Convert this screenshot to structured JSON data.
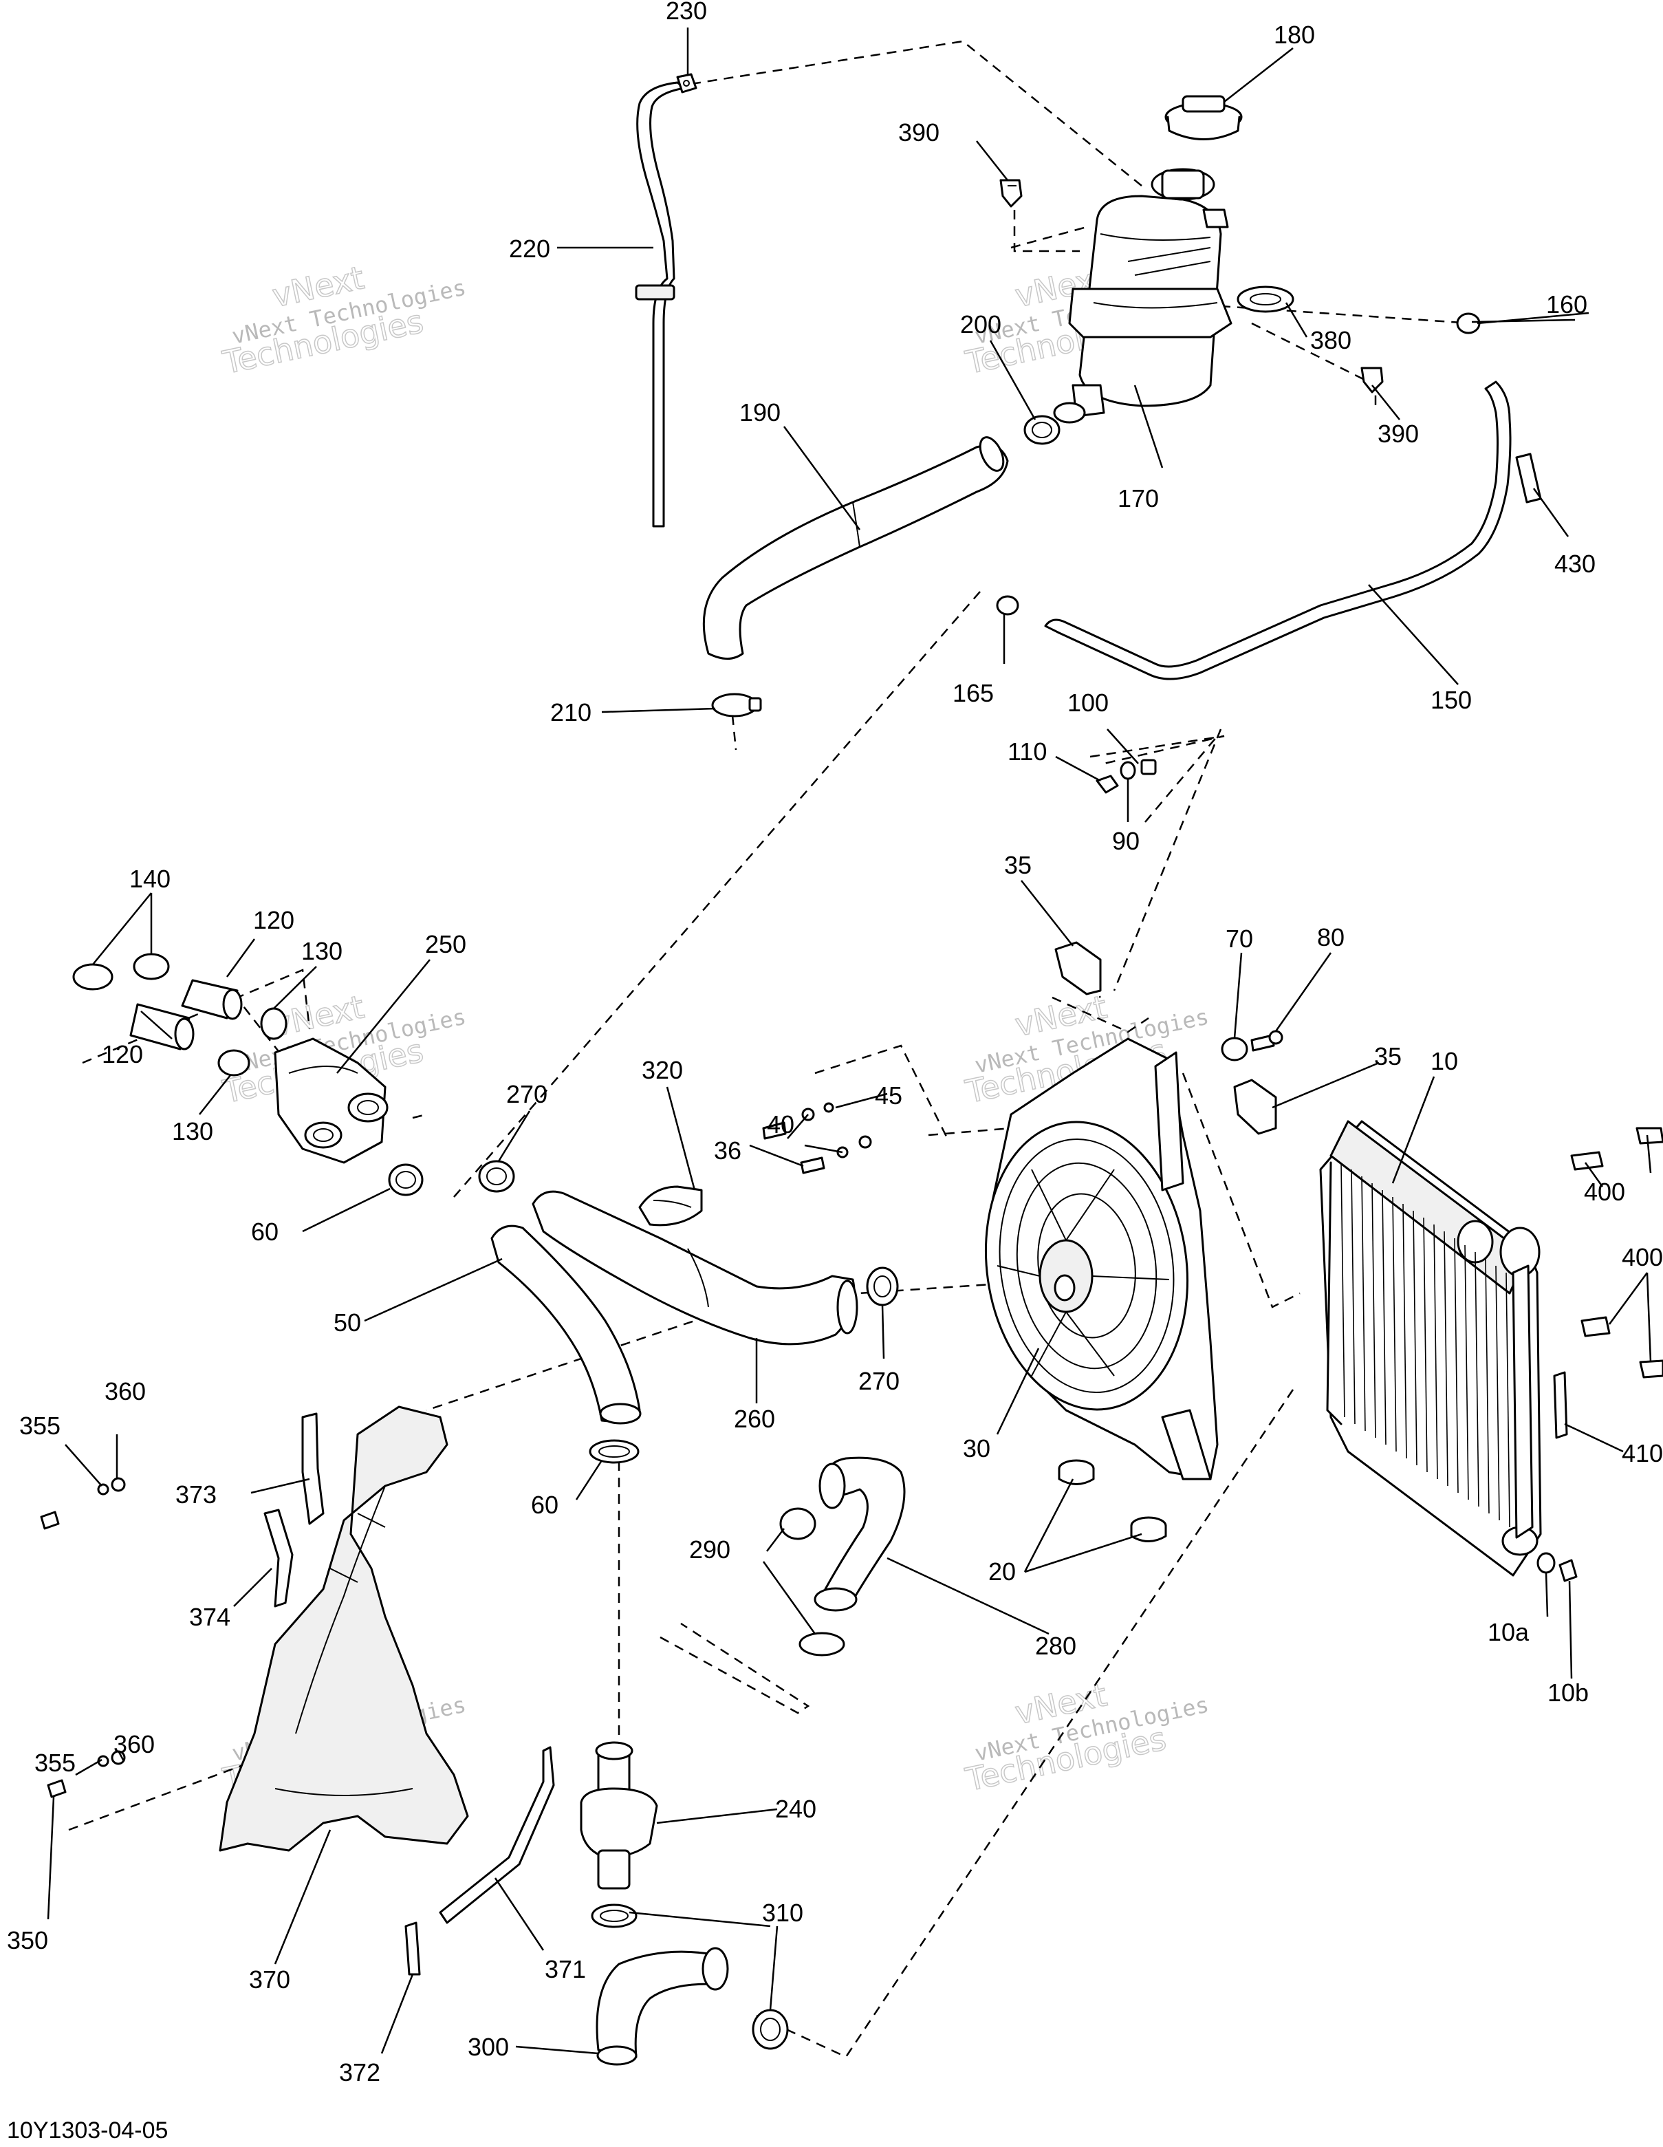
{
  "drawing_number": "10Y1303-04-05",
  "watermark": {
    "line1": "vNext Technologies",
    "line2": "Technologies",
    "line3": "vNext"
  },
  "callouts": [
    {
      "id": "230",
      "label": "230"
    },
    {
      "id": "180",
      "label": "180"
    },
    {
      "id": "390a",
      "label": "390"
    },
    {
      "id": "220",
      "label": "220"
    },
    {
      "id": "200",
      "label": "200"
    },
    {
      "id": "380",
      "label": "380"
    },
    {
      "id": "160",
      "label": "160"
    },
    {
      "id": "190",
      "label": "190"
    },
    {
      "id": "390b",
      "label": "390"
    },
    {
      "id": "170",
      "label": "170"
    },
    {
      "id": "430",
      "label": "430"
    },
    {
      "id": "165",
      "label": "165"
    },
    {
      "id": "150",
      "label": "150"
    },
    {
      "id": "210",
      "label": "210"
    },
    {
      "id": "100",
      "label": "100"
    },
    {
      "id": "110",
      "label": "110"
    },
    {
      "id": "90",
      "label": "90"
    },
    {
      "id": "140",
      "label": "140"
    },
    {
      "id": "120a",
      "label": "120"
    },
    {
      "id": "130a",
      "label": "130"
    },
    {
      "id": "250",
      "label": "250"
    },
    {
      "id": "35a",
      "label": "35"
    },
    {
      "id": "70",
      "label": "70"
    },
    {
      "id": "80",
      "label": "80"
    },
    {
      "id": "120b",
      "label": "120"
    },
    {
      "id": "130b",
      "label": "130"
    },
    {
      "id": "320",
      "label": "320"
    },
    {
      "id": "270a",
      "label": "270"
    },
    {
      "id": "45",
      "label": "45"
    },
    {
      "id": "35b",
      "label": "35"
    },
    {
      "id": "10",
      "label": "10"
    },
    {
      "id": "40",
      "label": "40"
    },
    {
      "id": "36",
      "label": "36"
    },
    {
      "id": "400a",
      "label": "400"
    },
    {
      "id": "60a",
      "label": "60"
    },
    {
      "id": "400b",
      "label": "400"
    },
    {
      "id": "50",
      "label": "50"
    },
    {
      "id": "260",
      "label": "260"
    },
    {
      "id": "270b",
      "label": "270"
    },
    {
      "id": "360a",
      "label": "360"
    },
    {
      "id": "355a",
      "label": "355"
    },
    {
      "id": "30",
      "label": "30"
    },
    {
      "id": "410",
      "label": "410"
    },
    {
      "id": "373",
      "label": "373"
    },
    {
      "id": "60b",
      "label": "60"
    },
    {
      "id": "290",
      "label": "290"
    },
    {
      "id": "20",
      "label": "20"
    },
    {
      "id": "374",
      "label": "374"
    },
    {
      "id": "10a",
      "label": "10a"
    },
    {
      "id": "280",
      "label": "280"
    },
    {
      "id": "10b",
      "label": "10b"
    },
    {
      "id": "360b",
      "label": "360"
    },
    {
      "id": "355b",
      "label": "355"
    },
    {
      "id": "240",
      "label": "240"
    },
    {
      "id": "350",
      "label": "350"
    },
    {
      "id": "310",
      "label": "310"
    },
    {
      "id": "370",
      "label": "370"
    },
    {
      "id": "371",
      "label": "371"
    },
    {
      "id": "300",
      "label": "300"
    },
    {
      "id": "372",
      "label": "372"
    }
  ]
}
